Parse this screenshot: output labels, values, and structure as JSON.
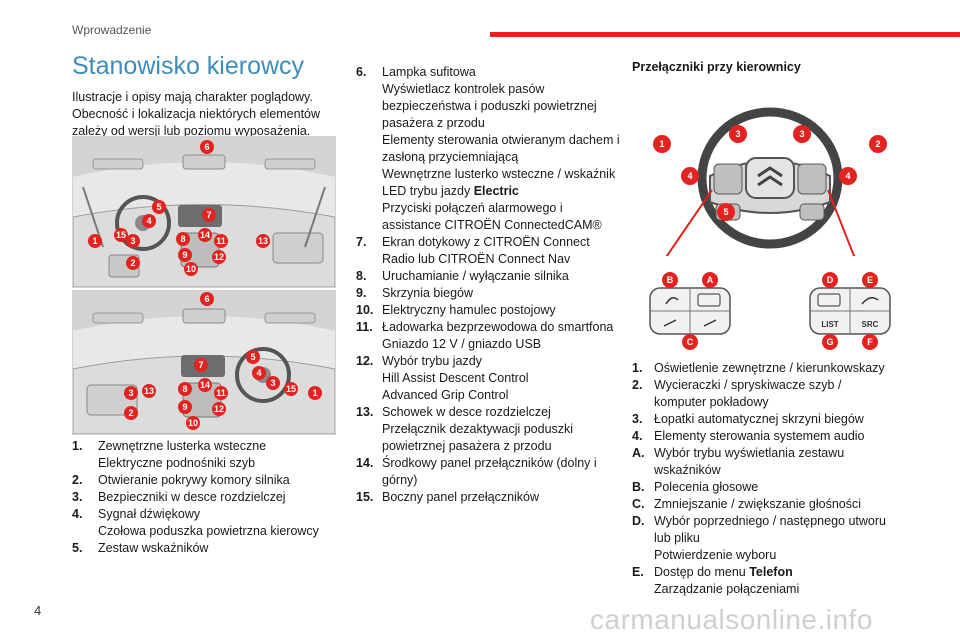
{
  "header": {
    "section": "Wprowadzenie",
    "page_number": "4"
  },
  "watermark": "carmanualsonline.info",
  "col1": {
    "title": "Stanowisko kierowcy",
    "intro": "Ilustracje i opisy mają charakter poglądowy. Obecność i lokalizacja niektórych elementów zależy od wersji lub poziomu wyposażenia."
  },
  "colors": {
    "accent_red": "#e3231f",
    "title_blue": "#3e8db9",
    "badge_red": "#e3231f"
  },
  "figure_badges": [
    "1",
    "2",
    "3",
    "4",
    "5",
    "6",
    "7",
    "8",
    "9",
    "10",
    "11",
    "12",
    "13",
    "14",
    "15"
  ],
  "list_left": [
    {
      "n": "1.",
      "lines": [
        "Zewnętrzne lusterka wsteczne",
        "Elektryczne podnośniki szyb"
      ]
    },
    {
      "n": "2.",
      "lines": [
        "Otwieranie pokrywy komory silnika"
      ]
    },
    {
      "n": "3.",
      "lines": [
        "Bezpieczniki w desce rozdzielczej"
      ]
    },
    {
      "n": "4.",
      "lines": [
        "Sygnał dźwiękowy",
        "Czołowa poduszka powietrzna kierowcy"
      ]
    },
    {
      "n": "5.",
      "lines": [
        "Zestaw wskaźników"
      ]
    }
  ],
  "list_mid": [
    {
      "n": "6.",
      "lines": [
        "Lampka sufitowa",
        "Wyświetlacz kontrolek pasów bezpieczeństwa i poduszki powietrznej pasażera z przodu",
        "Elementy sterowania otwieranym dachem i zasłoną przyciemniającą",
        "Wewnętrzne lusterko wsteczne / wskaźnik LED trybu jazdy",
        "Przyciski połączeń alarmowego i assistance CITROËN ConnectedCAM®"
      ],
      "bold_suffix": {
        "line": 3,
        "text": "Electric"
      }
    },
    {
      "n": "7.",
      "lines": [
        "Ekran dotykowy z CITROËN Connect Radio lub CITROËN Connect Nav"
      ]
    },
    {
      "n": "8.",
      "lines": [
        "Uruchamianie / wyłączanie silnika"
      ]
    },
    {
      "n": "9.",
      "lines": [
        "Skrzynia biegów"
      ]
    },
    {
      "n": "10.",
      "lines": [
        "Elektryczny hamulec postojowy"
      ]
    },
    {
      "n": "11.",
      "lines": [
        "Ładowarka bezprzewodowa do smartfona",
        "Gniazdo 12 V / gniazdo USB"
      ]
    },
    {
      "n": "12.",
      "lines": [
        "Wybór trybu jazdy",
        "Hill Assist Descent Control",
        "Advanced Grip Control"
      ]
    },
    {
      "n": "13.",
      "lines": [
        "Schowek w desce rozdzielczej",
        "Przełącznik dezaktywacji poduszki powietrznej pasażera z przodu"
      ]
    },
    {
      "n": "14.",
      "lines": [
        "Środkowy panel przełączników (dolny i górny)"
      ]
    },
    {
      "n": "15.",
      "lines": [
        "Boczny panel przełączników"
      ]
    }
  ],
  "col3": {
    "title": "Przełączniki przy kierownicy",
    "wheel_badges": [
      "1",
      "2",
      "3",
      "3",
      "4",
      "4",
      "5"
    ],
    "panel_badges": [
      "A",
      "B",
      "C",
      "D",
      "E",
      "F",
      "G"
    ],
    "panel_labels": {
      "list": "LIST",
      "src": "SRC"
    },
    "list": [
      {
        "n": "1.",
        "lines": [
          "Oświetlenie zewnętrzne / kierunkowskazy"
        ]
      },
      {
        "n": "2.",
        "lines": [
          "Wycieraczki / spryskiwacze szyb / komputer pokładowy"
        ]
      },
      {
        "n": "3.",
        "lines": [
          "Łopatki automatycznej skrzyni biegów"
        ]
      },
      {
        "n": "4.",
        "lines": [
          "Elementy sterowania systemem audio"
        ]
      },
      {
        "n": "A.",
        "lines": [
          "Wybór trybu wyświetlania zestawu wskaźników"
        ]
      },
      {
        "n": "B.",
        "lines": [
          "Polecenia głosowe"
        ]
      },
      {
        "n": "C.",
        "lines": [
          "Zmniejszanie / zwiększanie głośności"
        ]
      },
      {
        "n": "D.",
        "lines": [
          "Wybór poprzedniego / następnego utworu lub pliku",
          "Potwierdzenie wyboru"
        ]
      },
      {
        "n": "E.",
        "lines": [
          "Dostęp do menu",
          "Zarządzanie połączeniami"
        ],
        "bold_suffix": {
          "line": 0,
          "text": "Telefon"
        }
      }
    ]
  }
}
